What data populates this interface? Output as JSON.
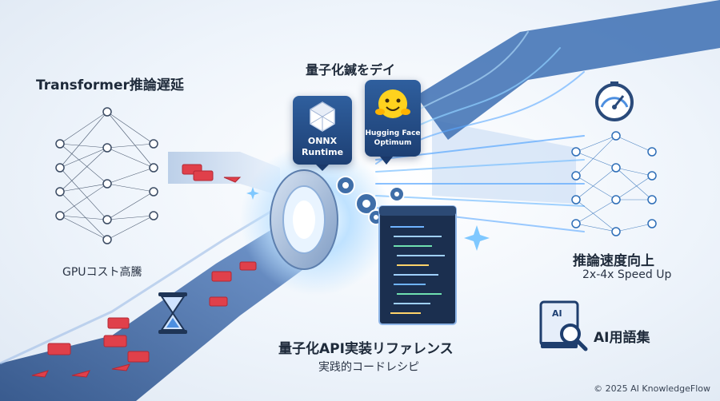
{
  "texts": {
    "left_title": "Transformer推論遅延",
    "center_title": "量子化鍼をデイ",
    "gpu_cost": "GPUコスト高騰",
    "speed_title": "推論速度向上",
    "speed_sub": "2x-4x Speed Up",
    "glossary": "AI用語集",
    "ref_title": "量子化API実装リファレンス",
    "ref_sub": "実践的コードレシピ",
    "copyright": "© 2025 AI KnowledgeFlow"
  },
  "cards": {
    "onnx_line1": "ONNX",
    "onnx_line2": "Runtime",
    "hf_line1": "Hugging Face",
    "hf_line2": "Optimum"
  },
  "glossary_icon_text": "AI",
  "colors": {
    "flow_blue": "#5b8fd6",
    "accent_red": "#e0404a",
    "card_blue": "#2f5f9e",
    "node_blue": "#2f6fb8",
    "text_dark": "#1e2a3a"
  },
  "icons": [
    "neural-network-icon",
    "onnx-logo-icon",
    "hugging-face-icon",
    "gear-icon",
    "hourglass-icon",
    "speedometer-icon",
    "code-panel-icon",
    "book-search-icon",
    "sparkle-icon"
  ]
}
